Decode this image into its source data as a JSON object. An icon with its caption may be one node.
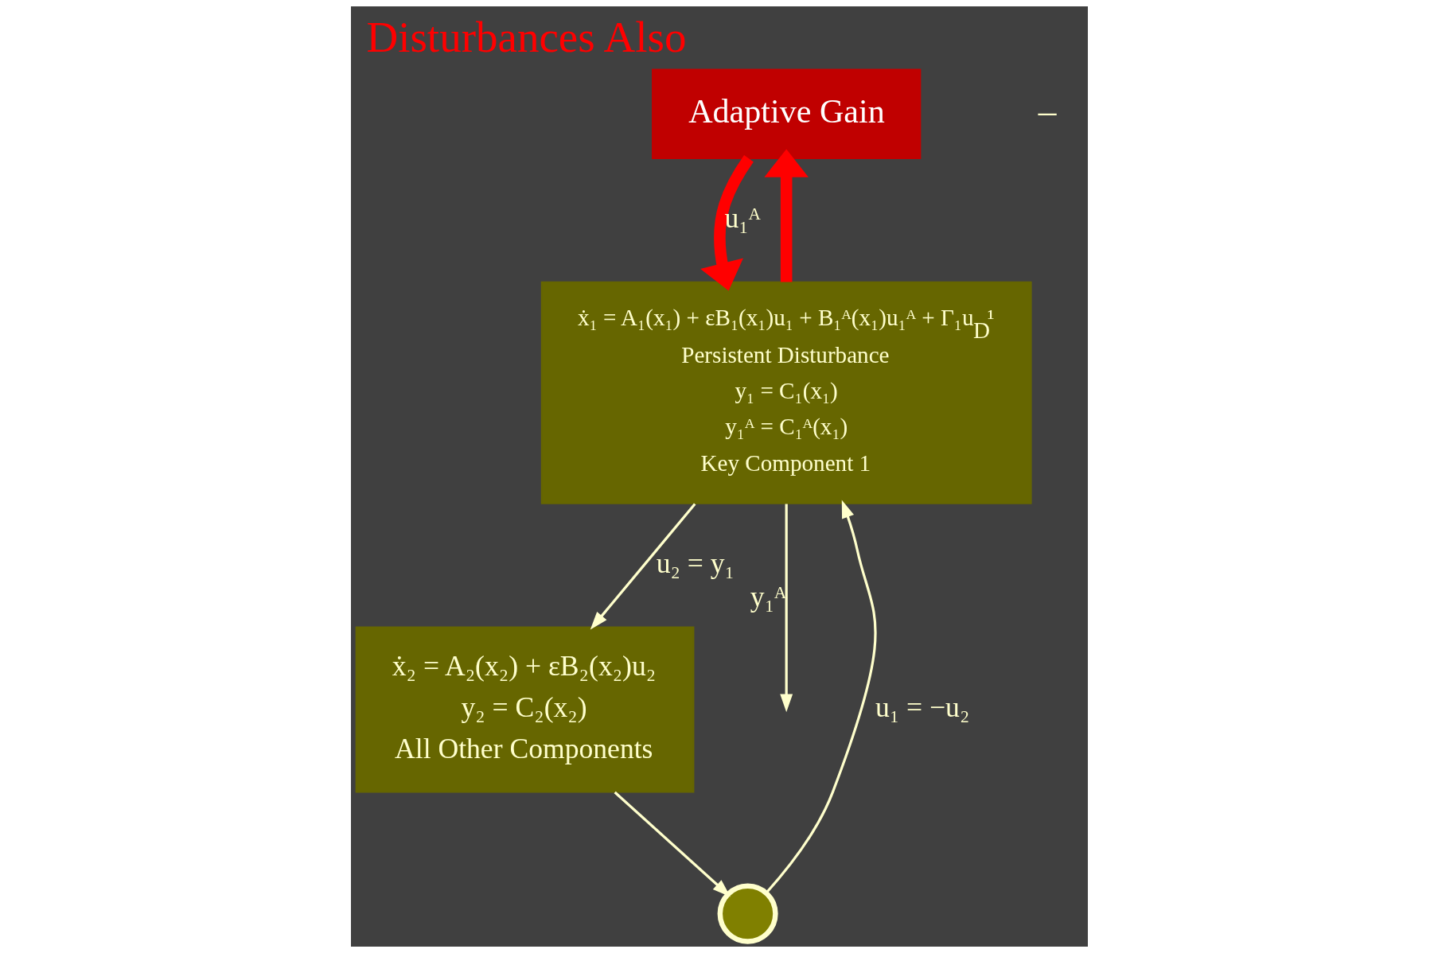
{
  "diagram": {
    "title": "Disturbances Also",
    "nodes": [
      {
        "text": [
          "Adaptive Gain"
        ]
      },
      {
        "text": [
          "ẋ₁ = A₁(x₁) + εB₁(x₁)u₁ + B₁ᴬ(x₁)u₁ᴬ + Γ₁u$_{D}$¹",
          "Persistent Disturbance",
          "y₁ = C₁(x₁)",
          "y₁ᴬ = C₁ᴬ(x₁)",
          "Key Component 1"
        ]
      },
      {
        "text": [
          "ẋ₂ = A₂(x₂) + εB₂(x₂)u₂",
          "y₂ = C₂(x₂)",
          "All Other Components"
        ]
      },
      {
        "text": [],
        "shape": "circle"
      }
    ],
    "edges": [
      {
        "from": 0,
        "to": 1,
        "arrow": "to",
        "label": "u₁ᴬ",
        "color": "#ff0000",
        "style": "thick"
      },
      {
        "from": 1,
        "to": null,
        "arrow": "to",
        "label": "y₁ᴬ"
      },
      {
        "from": 1,
        "to": 0,
        "arrow": "to",
        "color": "#ff0000",
        "style": "thick"
      },
      {
        "from": 3,
        "to": 1,
        "arrow": "to",
        "label": "u₁ = −u₂"
      },
      {
        "from": 1,
        "to": 2,
        "arrow": "to",
        "label": "u₂ = y₁"
      },
      {
        "from": 2,
        "to": 3,
        "arrow": "to"
      }
    ],
    "labels": [
      "–"
    ]
  }
}
